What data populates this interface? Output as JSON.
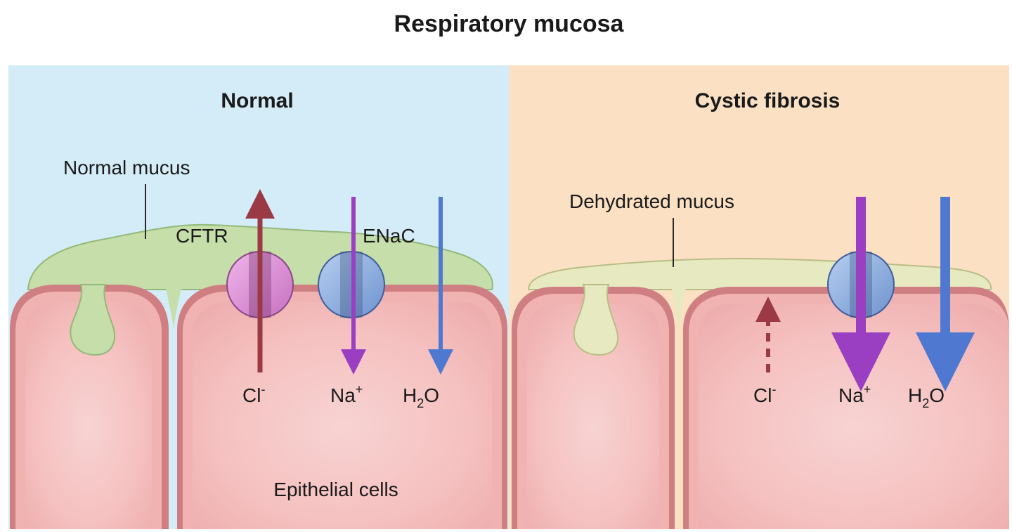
{
  "title": "Respiratory mucosa",
  "panels": {
    "normal": {
      "title": "Normal",
      "mucus_label": "Normal mucus",
      "cftr_label": "CFTR",
      "enac_label": "ENaC",
      "ions": {
        "cl": {
          "base": "Cl",
          "sup": "-"
        },
        "na": {
          "base": "Na",
          "sup": "+"
        },
        "h2o": {
          "pre": "H",
          "sub": "2",
          "post": "O"
        }
      },
      "cells_label": "Epithelial cells"
    },
    "cf": {
      "title": "Cystic fibrosis",
      "mucus_label": "Dehydrated mucus",
      "ions": {
        "cl": {
          "base": "Cl",
          "sup": "-"
        },
        "na": {
          "base": "Na",
          "sup": "+"
        },
        "h2o": {
          "pre": "H",
          "sub": "2",
          "post": "O"
        }
      }
    }
  },
  "colors": {
    "normal_bg": "#d3ecf8",
    "cf_bg": "#fbe0c4",
    "cell_outer": "#cf7f82",
    "cell_wall": "#f1b3b1",
    "cell_inner": "#f8c8c6",
    "normal_mucus": "#c6deaa",
    "dehydrated_mucus": "#e7e9c1",
    "cl_arrow": "#9b3a45",
    "na_arrow": "#9a3fc2",
    "h2o_arrow": "#4f79d0",
    "cftr_channel": "#d98bd4",
    "enac_channel": "#8cb0e4"
  }
}
